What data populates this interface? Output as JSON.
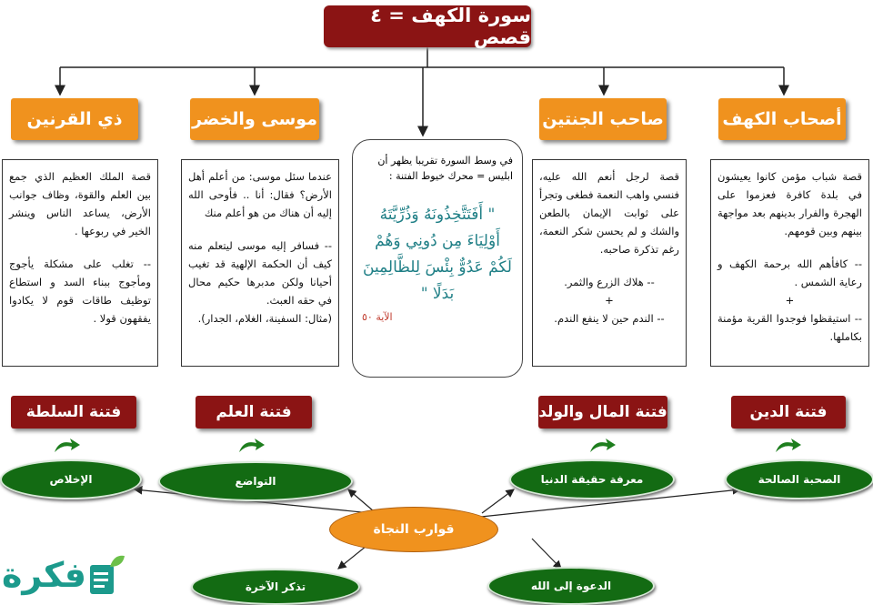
{
  "title": "سورة الكهف = ٤ قصص",
  "stories": {
    "kahf": {
      "header": "أصحاب الكهف",
      "lines": [
        "قصة شباب مؤمن كانوا يعيشون في بلدة كافرة فعزموا على الهجرة والفرار بدينهم بعد مواجهة بينهم وبين قومهم.",
        "-- كافأهم الله برحمة الكهف و رعاية الشمس .",
        "+",
        "-- استيقظوا فوجدوا القرية مؤمنة بكاملها."
      ]
    },
    "jannatayn": {
      "header": "صاحب الجنتين",
      "lines": [
        "قصة لرجل أنعم الله عليه، فنسي واهب النعمة فطغى وتجرأ على ثوابت الإيمان بالطعن والشك و لم يحسن شكر النعمة، رغم تذكرة صاحبه.",
        "-- هلاك الزرع والثمر.",
        "+",
        "-- الندم حين لا ينفع الندم."
      ]
    },
    "musa": {
      "header": "موسى والخضر",
      "lines": [
        "عندما سئل موسى: من أعلم أهل الأرض؟ فقال: أنا .. فأوحى الله إليه أن هناك من هو أعلم منك",
        "-- فسافر إليه موسى ليتعلم منه كيف أن الحكمة الإلهية قد تغيب أحيانا ولكن مدبرها حكيم محال في حقه العبث.",
        "(مثال: السفينة، الغلام، الجدار)."
      ]
    },
    "dhulqarnayn": {
      "header": "ذي القرنين",
      "lines": [
        "قصة الملك العظيم الذي جمع بين العلم والقوة، وظاف جوانب الأرض، يساعد الناس وينشر الخير في ربوعها .",
        "-- تغلب على مشكلة يأجوج ومأجوج ببناء السد و استطاع توظيف طاقات قوم لا يكادوا يفقهون قولا ."
      ]
    }
  },
  "center": {
    "intro": "في وسط السورة تقريبا يظهر أن ابليس = محرك خيوط الفتنة :",
    "verse": "\" أَفَتَتَّخِذُونَهُ وَذُرِّيَّتَهُ أَوْلِيَاءَ مِن دُونِي وَهُمْ لَكُمْ عَدُوٌّ بِئْسَ لِلظَّالِمِينَ بَدَلًا \"",
    "verse_ref": "الآية ٥٠"
  },
  "trials": {
    "din": "فتنة الدين",
    "mal": "فتنة المال والولد",
    "ilm": "فتنة العلم",
    "sulta": "فتنة السلطة"
  },
  "outcomes": {
    "suhba": "الصحبة الصالحة",
    "dunya": "معرفة حقيقة الدنيا",
    "tawadu": "التواضع",
    "ikhlas": "الإخلاص",
    "akhira": "تذكر الآخرة",
    "dawa": "الدعوة إلى الله"
  },
  "hub": "قوارب النجاة",
  "logo": "فكرة",
  "colors": {
    "dark_red": "#8b1414",
    "orange": "#f0921e",
    "green": "#136b13",
    "verse": "#1f7f86",
    "logo": "#1c9a8c"
  }
}
